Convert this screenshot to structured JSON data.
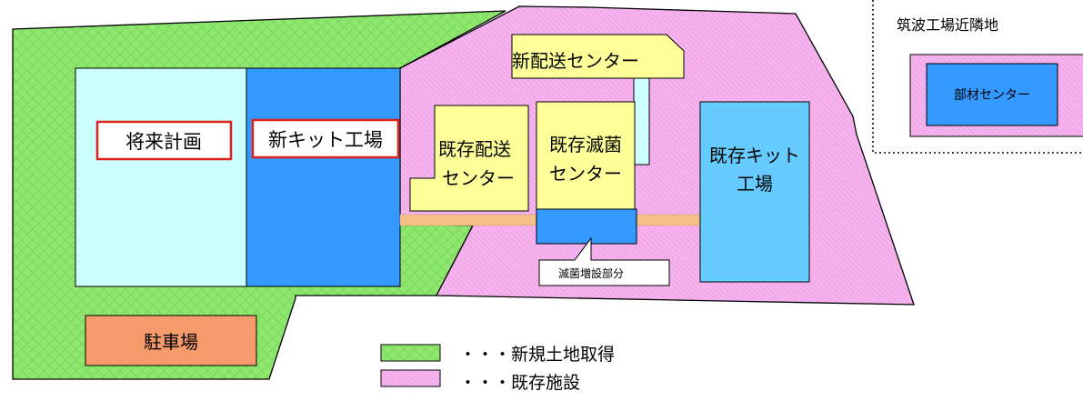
{
  "colors": {
    "new_land": "#8ee86e",
    "existing": "#f5b3ee",
    "light_blue": "#ccffff",
    "blue": "#3399ff",
    "sky": "#66ccff",
    "yellow": "#ffff99",
    "orange": "#f59b6b",
    "corridor": "#f7c08a",
    "red_border": "#e0201c"
  },
  "labels": {
    "future_plan": "将来計画",
    "new_kit_factory": "新キット工場",
    "new_delivery_center": "新配送センター",
    "existing_delivery_center_line1": "既存配送",
    "existing_delivery_center_line2": "センター",
    "existing_sterilization_line1": "既存滅菌",
    "existing_sterilization_line2": "センター",
    "existing_kit_factory_line1": "既存キット",
    "existing_kit_factory_line2": "工場",
    "sterilization_extension": "滅菌増設部分",
    "parking": "駐車場",
    "nearby_title": "筑波工場近隣地",
    "materials_center": "部材センター"
  },
  "legend": [
    {
      "marker": "new_land",
      "text": "・・・新規土地取得"
    },
    {
      "marker": "existing",
      "text": "・・・既存施設"
    }
  ]
}
